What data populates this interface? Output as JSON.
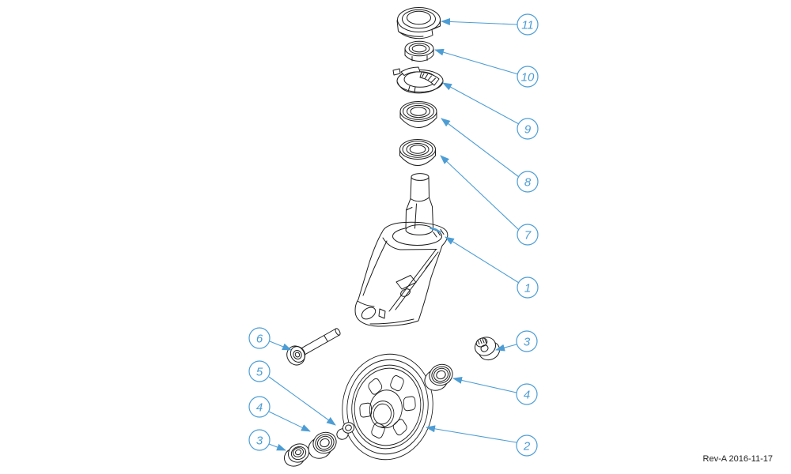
{
  "diagram": {
    "revision_note": "Rev-A 2016-11-17",
    "accent_color": "#4d9dd4",
    "line_color": "#1c1c1c",
    "text_color": "#1f1f1f",
    "callouts": [
      {
        "label": "11"
      },
      {
        "label": "10"
      },
      {
        "label": "9"
      },
      {
        "label": "8"
      },
      {
        "label": "7"
      },
      {
        "label": "1"
      },
      {
        "label": "3"
      },
      {
        "label": "4"
      },
      {
        "label": "2"
      },
      {
        "label": "6"
      },
      {
        "label": "5"
      },
      {
        "label": "4"
      },
      {
        "label": "3"
      }
    ]
  }
}
